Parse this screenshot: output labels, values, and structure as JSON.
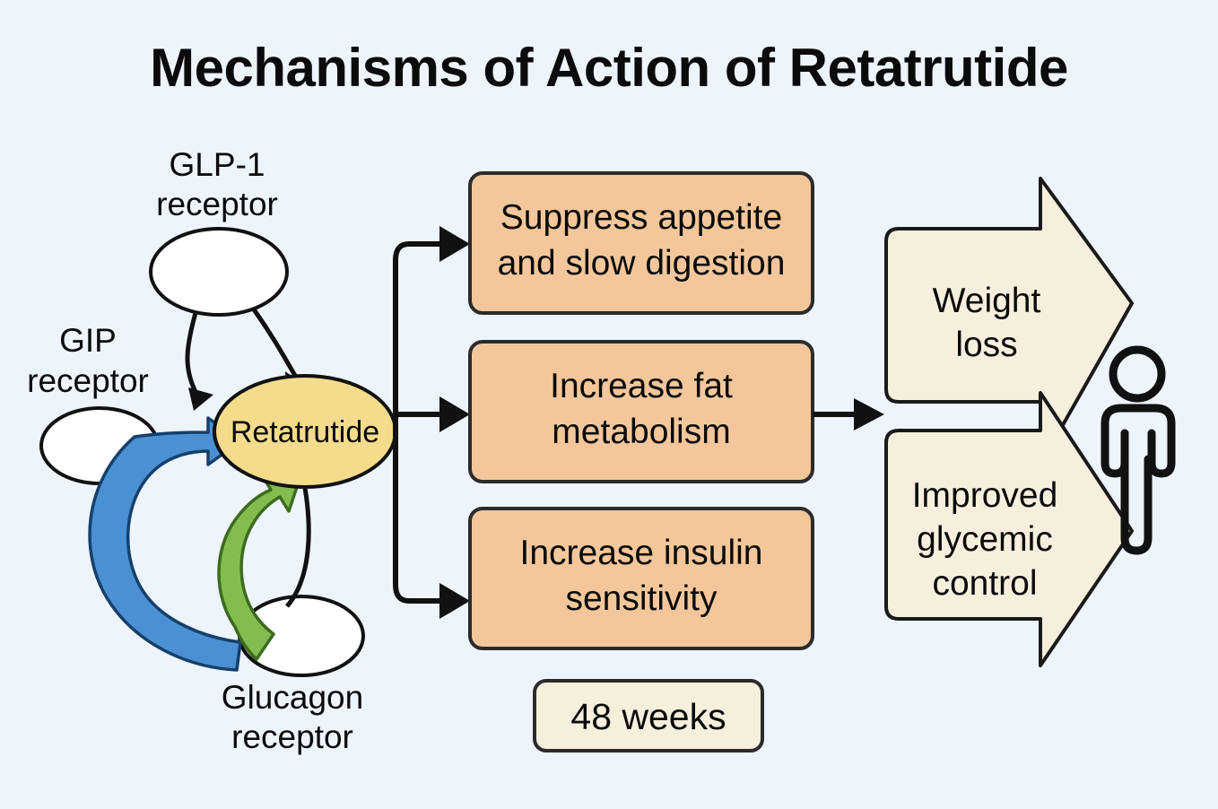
{
  "figure": {
    "title": "Mechanisms of Action of Retatrutide",
    "background_color": "#eef4fc"
  },
  "receptors": [
    {
      "id": "glp1",
      "label_line1": "GLP-1",
      "label_line2": "receptor",
      "shape": "ellipse",
      "fill": "#ffffff"
    },
    {
      "id": "gip",
      "label_line1": "GIP",
      "label_line2": "receptor",
      "shape": "ellipse",
      "fill": "#ffffff"
    },
    {
      "id": "glucagon",
      "label_line1": "Glucagon",
      "label_line2": "receptor",
      "shape": "ellipse",
      "fill": "#ffffff"
    }
  ],
  "drug": {
    "label": "Retatrutide",
    "fill": "#f4dc8c"
  },
  "effects": [
    {
      "id": "appetite",
      "line1": "Suppress appetite",
      "line2": "and slow digestion",
      "fill": "#f3c79b"
    },
    {
      "id": "fat",
      "line1": "Increase fat",
      "line2": "metabolism",
      "fill": "#f3c79b"
    },
    {
      "id": "insulin",
      "line1": "Increase insulin",
      "line2": "sensitivity",
      "fill": "#f3c79b"
    }
  ],
  "duration": {
    "label": "48 weeks",
    "fill": "#f7efdd"
  },
  "outcomes": [
    {
      "id": "weight-loss",
      "line1": "Weight",
      "line2": "loss",
      "line3": "",
      "fill": "#f7efdd"
    },
    {
      "id": "glycemic-control",
      "line1": "Improved",
      "line2": "glycemic",
      "line3": "control",
      "fill": "#f7efdd"
    }
  ],
  "icons": {
    "person": "person-icon",
    "blue_binding_arrow": "blue-curved-arrow-icon",
    "green_binding_arrow": "green-curved-arrow-icon"
  },
  "colors": {
    "background": "#eef4fc",
    "orange_box": "#f3c79b",
    "cream": "#f7efdd",
    "drug_yellow": "#f4dc8c",
    "blue": "#4a90d2",
    "green": "#83bd4f",
    "outline": "#111111"
  }
}
